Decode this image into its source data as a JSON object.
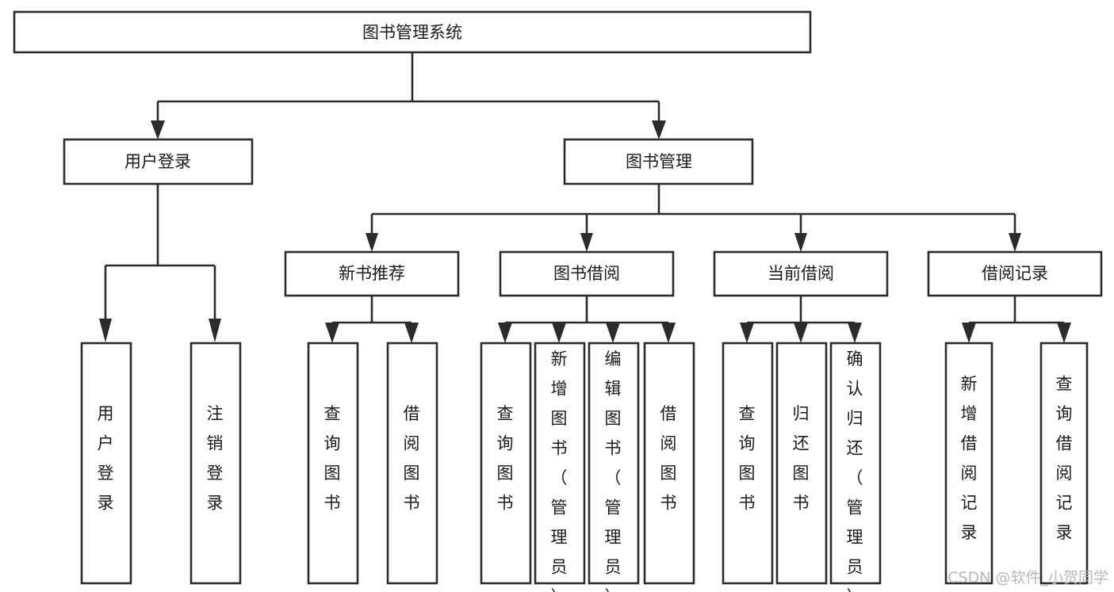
{
  "diagram": {
    "title": "图书管理系统",
    "type": "tree-hierarchy",
    "background_color": "#ffffff",
    "line_color": "#2b2b2b",
    "text_color": "#1a1a1a",
    "root": {
      "id": "root",
      "label": "图书管理系统",
      "orientation": "horizontal"
    },
    "level2": [
      {
        "id": "user-login",
        "label": "用户登录",
        "orientation": "horizontal"
      },
      {
        "id": "book-management",
        "label": "图书管理",
        "orientation": "horizontal"
      }
    ],
    "level3": [
      {
        "id": "new-book-recommend",
        "label": "新书推荐",
        "orientation": "horizontal",
        "parent": "book-management"
      },
      {
        "id": "book-borrow",
        "label": "图书借阅",
        "orientation": "horizontal",
        "parent": "book-management"
      },
      {
        "id": "current-borrow",
        "label": "当前借阅",
        "orientation": "horizontal",
        "parent": "book-management"
      },
      {
        "id": "borrow-record",
        "label": "借阅记录",
        "orientation": "horizontal",
        "parent": "book-management"
      }
    ],
    "leaves": [
      {
        "id": "leaf-user-login",
        "label": "用户登录",
        "orientation": "vertical",
        "parent": "user-login"
      },
      {
        "id": "leaf-logout-login",
        "label": "注销登录",
        "orientation": "vertical",
        "parent": "user-login"
      },
      {
        "id": "leaf-query-book-1",
        "label": "查询图书",
        "orientation": "vertical",
        "parent": "new-book-recommend"
      },
      {
        "id": "leaf-borrow-book-1",
        "label": "借阅图书",
        "orientation": "vertical",
        "parent": "new-book-recommend"
      },
      {
        "id": "leaf-query-book-2",
        "label": "查询图书",
        "orientation": "vertical",
        "parent": "book-borrow"
      },
      {
        "id": "leaf-add-book",
        "label": "新增图书（管理员）",
        "orientation": "vertical",
        "parent": "book-borrow"
      },
      {
        "id": "leaf-edit-book",
        "label": "编辑图书（管理员）",
        "orientation": "vertical",
        "parent": "book-borrow"
      },
      {
        "id": "leaf-borrow-book-2",
        "label": "借阅图书",
        "orientation": "vertical",
        "parent": "book-borrow"
      },
      {
        "id": "leaf-query-book-3",
        "label": "查询图书",
        "orientation": "vertical",
        "parent": "current-borrow"
      },
      {
        "id": "leaf-return-book",
        "label": "归还图书",
        "orientation": "vertical",
        "parent": "current-borrow"
      },
      {
        "id": "leaf-confirm-return",
        "label": "确认归还（管理员）",
        "orientation": "vertical",
        "parent": "current-borrow"
      },
      {
        "id": "leaf-add-borrow-record",
        "label": "新增借阅记录",
        "orientation": "vertical",
        "parent": "borrow-record"
      },
      {
        "id": "leaf-query-borrow-record",
        "label": "查询借阅记录",
        "orientation": "vertical",
        "parent": "borrow-record"
      }
    ],
    "watermark": "CSDN @软件_小贺同学"
  }
}
